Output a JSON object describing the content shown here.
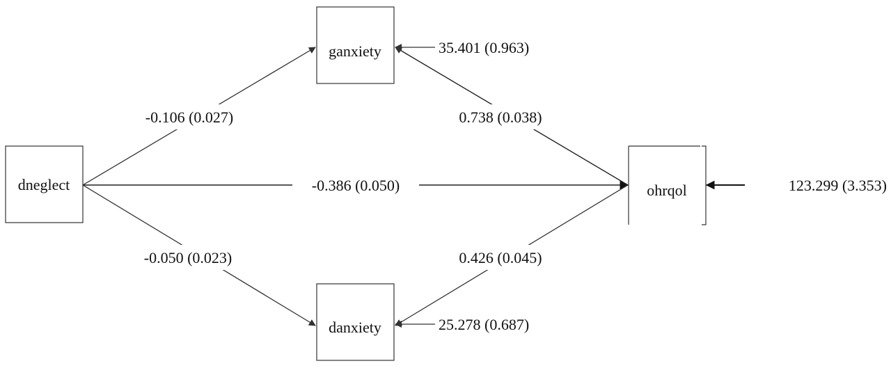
{
  "nodes": {
    "dneglect": "dneglect",
    "ganxiety": "ganxiety",
    "danxiety": "danxiety",
    "ohrqol": "ohrqol"
  },
  "paths": {
    "dneglect_to_ganxiety": "-0.106 (0.027)",
    "dneglect_to_danxiety": "-0.050 (0.023)",
    "dneglect_to_ohrqol": "-0.386 (0.050)",
    "ganxiety_to_ohrqol": "0.738 (0.038)",
    "danxiety_to_ohrqol": "0.426 (0.045)"
  },
  "residuals": {
    "ganxiety": "35.401 (0.963)",
    "danxiety": "25.278 (0.687)",
    "ohrqol": "123.299 (3.353)"
  },
  "colors": {
    "line": "#333333",
    "text": "#111111",
    "background": "#ffffff"
  }
}
